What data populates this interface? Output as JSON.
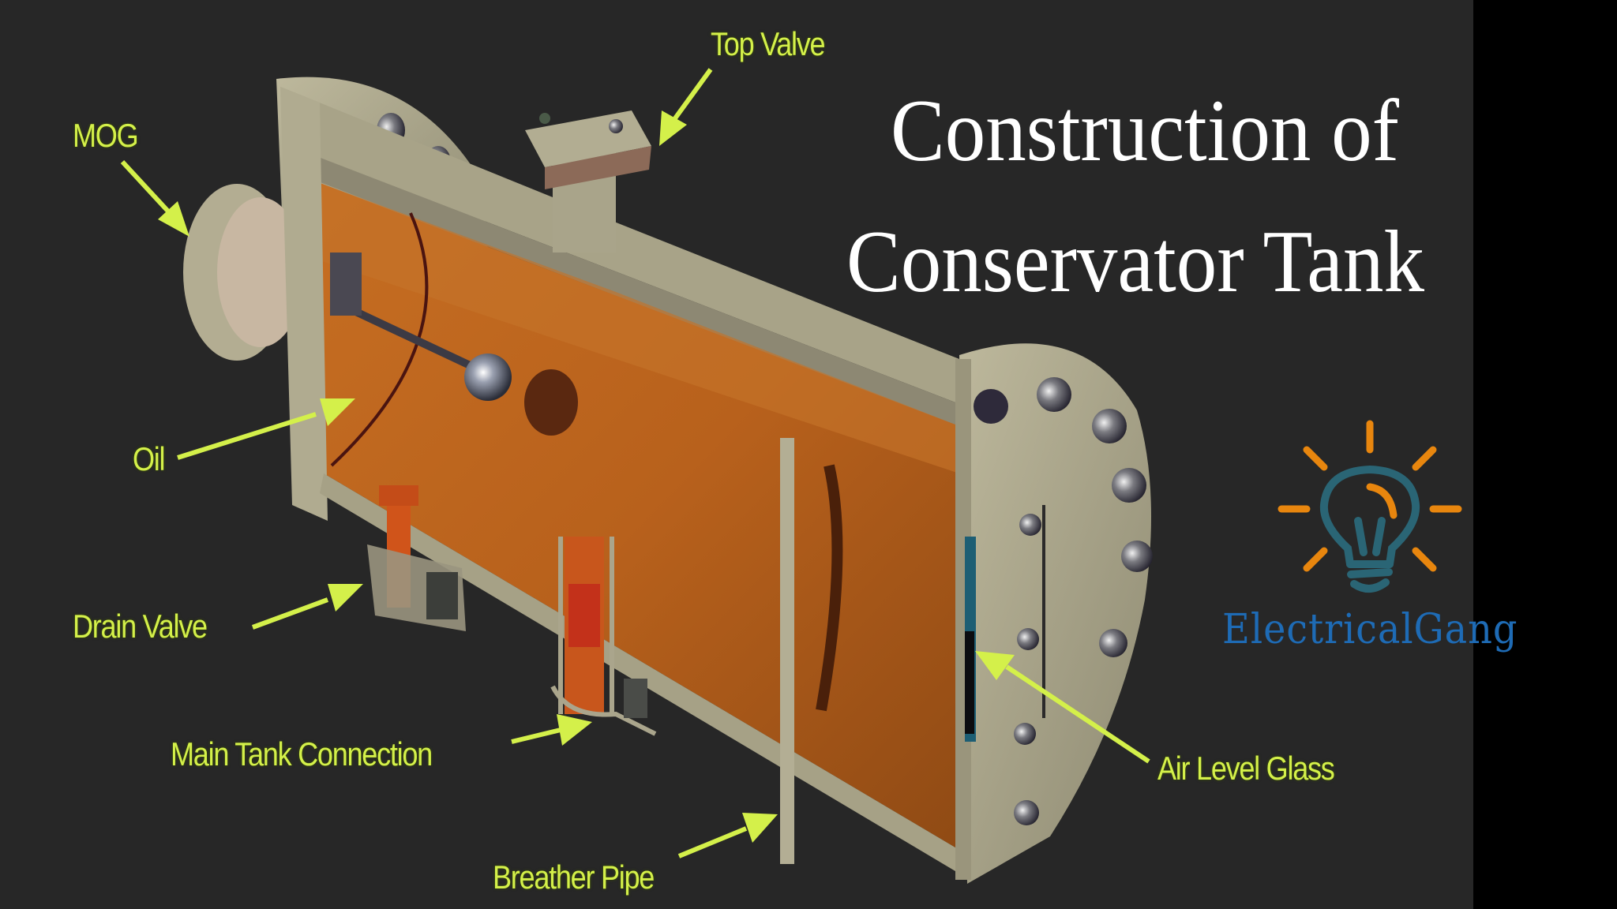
{
  "title": {
    "line1": "Construction of",
    "line2": "Conservator Tank",
    "color": "#ffffff"
  },
  "diagram": {
    "subject": "conservator-tank-cutaway",
    "label_color": "#d4f04a",
    "oil_color": "#b8611c",
    "steel_color": "#a9a58a",
    "labels": [
      {
        "id": "mog",
        "text": "MOG"
      },
      {
        "id": "top-valve",
        "text": "Top Valve"
      },
      {
        "id": "oil",
        "text": "Oil"
      },
      {
        "id": "drain-valve",
        "text": "Drain Valve"
      },
      {
        "id": "main-tank-connection",
        "text": "Main Tank Connection"
      },
      {
        "id": "breather-pipe",
        "text": "Breather Pipe"
      },
      {
        "id": "air-level-glass",
        "text": "Air Level Glass"
      }
    ]
  },
  "brand": {
    "name": "ElectricalGang",
    "icon": "lightbulb-icon",
    "text_color": "#1e6bb5",
    "bulb_color": "#2a6575",
    "ray_color": "#e8860e"
  },
  "background": {
    "panel_color": "#272727",
    "edge_color": "#000000"
  }
}
